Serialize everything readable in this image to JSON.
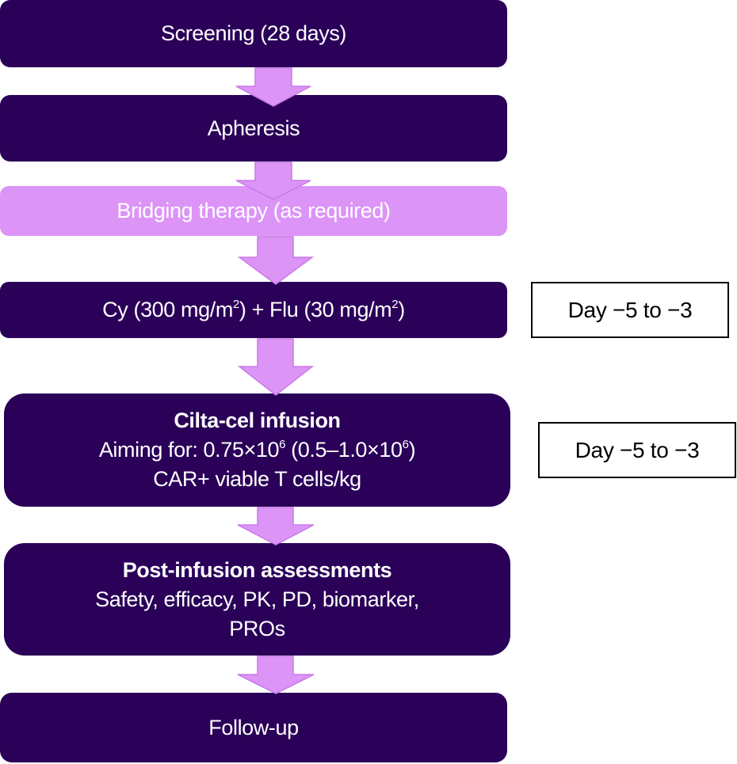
{
  "colors": {
    "dark_box": "#2a0058",
    "light_box": "#dc94f7",
    "arrow_fill": "#dc94f7",
    "arrow_stroke": "#c77ae6"
  },
  "steps": [
    {
      "id": "screening",
      "text": "Screening (28 days)"
    },
    {
      "id": "apheresis",
      "text": "Apheresis"
    },
    {
      "id": "bridging",
      "text": "Bridging therapy (as required)"
    },
    {
      "id": "conditioning",
      "text_parts": [
        "Cy (300 mg/m",
        "2",
        ") + Flu (30 mg/m",
        "2",
        ")"
      ]
    },
    {
      "id": "infusion",
      "title": "Cilta-cel infusion",
      "line2_parts": [
        "Aiming for: 0.75×10",
        "6",
        " (0.5–1.0×10",
        "6",
        ")"
      ],
      "line3": "CAR+ viable T cells/kg"
    },
    {
      "id": "post-infusion",
      "title": "Post-infusion assessments",
      "line2": "Safety, efficacy, PK, PD, biomarker,",
      "line3": "PROs"
    },
    {
      "id": "follow-up",
      "text": "Follow-up"
    }
  ],
  "day_labels": [
    {
      "for": "conditioning",
      "text": "Day −5 to −3"
    },
    {
      "for": "infusion",
      "text": "Day −5 to −3"
    }
  ],
  "arrow_icon": "down-arrow-icon"
}
